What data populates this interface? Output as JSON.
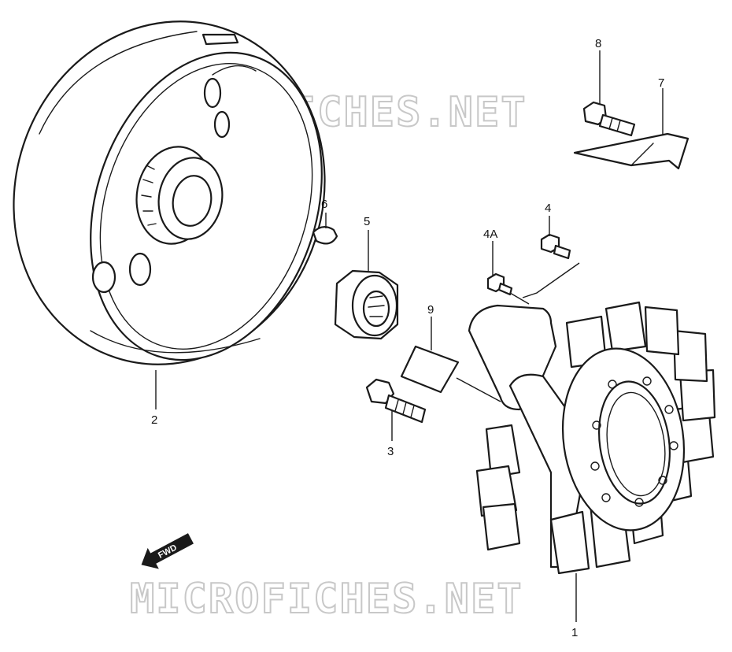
{
  "watermark": {
    "text": "MICROFICHES.NET"
  },
  "direction_badge": {
    "label": "FWD"
  },
  "callouts": {
    "p1": "1",
    "p2": "2",
    "p3": "3",
    "p4": "4",
    "p4a": "4A",
    "p5": "5",
    "p6": "6",
    "p7": "7",
    "p8": "8",
    "p9": "9"
  },
  "colors": {
    "line": "#1a1a1a",
    "watermark": "#c8c8c8",
    "background": "#ffffff"
  }
}
